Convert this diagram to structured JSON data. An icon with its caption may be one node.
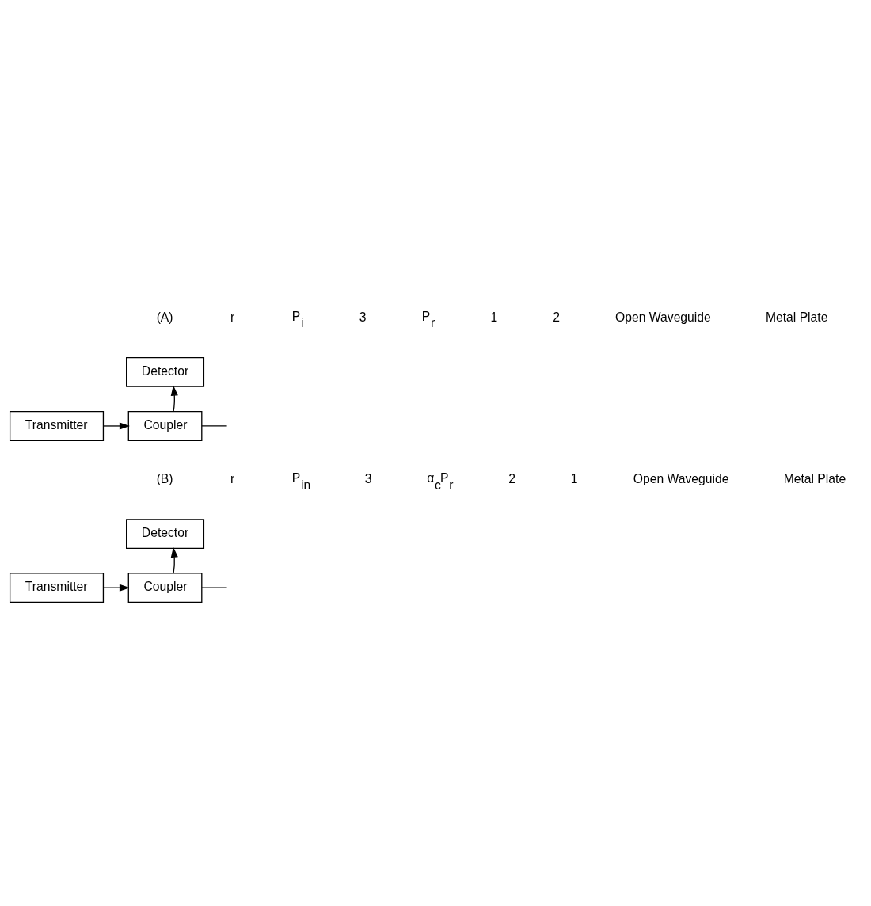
{
  "diagram": {
    "nodes": [
      {
        "text": [
          "Transmitter"
        ]
      },
      {
        "text": [
          "Coupler"
        ]
      },
      {
        "text": [
          "Detector"
        ]
      },
      {
        "text": [
          "Transmitter"
        ]
      },
      {
        "text": [
          "Coupler"
        ]
      },
      {
        "text": [
          "Detector"
        ]
      }
    ],
    "edges": [
      {
        "from": 0,
        "to": 1,
        "arrow": "to"
      },
      {
        "from": 1,
        "to": 2,
        "arrow": "to"
      },
      {
        "from": 1,
        "to": null,
        "arrow": "none"
      },
      {
        "from": 3,
        "to": 4,
        "arrow": "to"
      },
      {
        "from": 4,
        "to": 5,
        "arrow": "to"
      },
      {
        "from": 4,
        "to": null,
        "arrow": "none"
      }
    ],
    "labels": [
      "(A)",
      "r",
      "P$_{i}$",
      "3",
      "P$_{r}$",
      "1",
      "2",
      "Open Waveguide",
      "Metal Plate",
      "(B)",
      "r",
      "P$_{in}$",
      "3",
      "α$_{c}$P$_{r}$",
      "2",
      "1",
      "Open Waveguide",
      "Metal Plate"
    ]
  }
}
